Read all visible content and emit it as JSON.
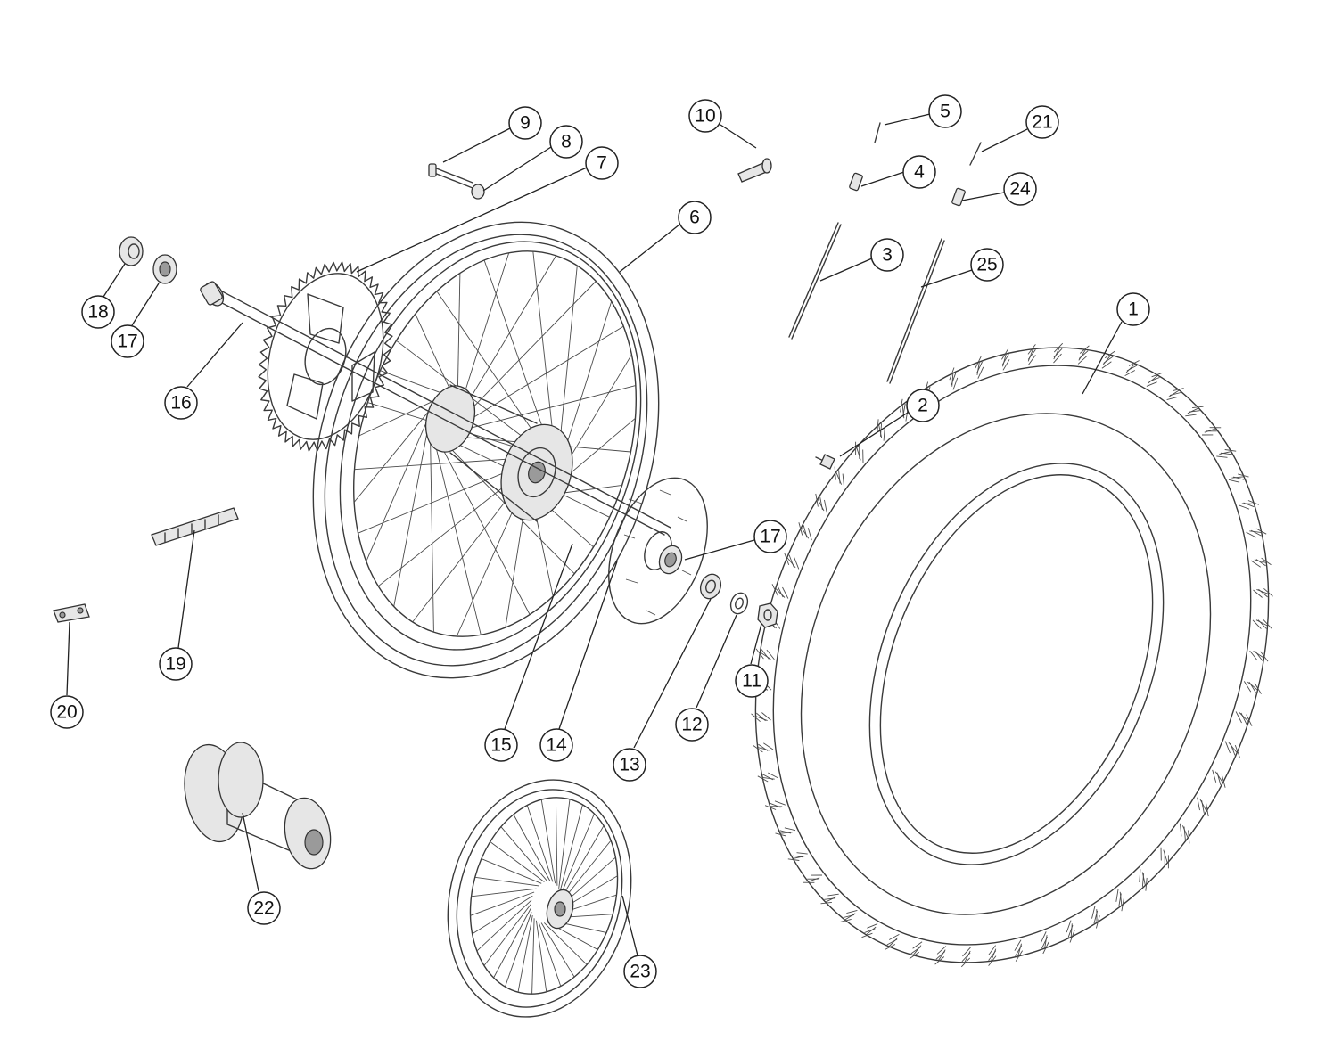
{
  "callouts": [
    {
      "id": "1",
      "label": "1"
    },
    {
      "id": "2",
      "label": "2"
    },
    {
      "id": "3",
      "label": "3"
    },
    {
      "id": "4",
      "label": "4"
    },
    {
      "id": "5",
      "label": "5"
    },
    {
      "id": "6",
      "label": "6"
    },
    {
      "id": "7",
      "label": "7"
    },
    {
      "id": "8",
      "label": "8"
    },
    {
      "id": "9",
      "label": "9"
    },
    {
      "id": "10",
      "label": "10"
    },
    {
      "id": "11",
      "label": "11"
    },
    {
      "id": "12",
      "label": "12"
    },
    {
      "id": "13",
      "label": "13"
    },
    {
      "id": "14",
      "label": "14"
    },
    {
      "id": "15",
      "label": "15"
    },
    {
      "id": "16",
      "label": "16"
    },
    {
      "id": "17a",
      "label": "17"
    },
    {
      "id": "17b",
      "label": "17"
    },
    {
      "id": "18",
      "label": "18"
    },
    {
      "id": "19",
      "label": "19"
    },
    {
      "id": "20",
      "label": "20"
    },
    {
      "id": "21",
      "label": "21"
    },
    {
      "id": "22",
      "label": "22"
    },
    {
      "id": "23",
      "label": "23"
    },
    {
      "id": "24",
      "label": "24"
    },
    {
      "id": "25",
      "label": "25"
    }
  ],
  "colors": {
    "line": "#3a3a3a",
    "background": "#ffffff"
  }
}
